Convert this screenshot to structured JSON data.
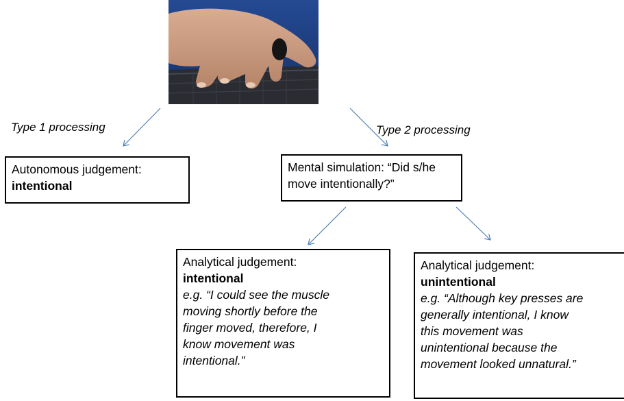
{
  "photo": {
    "icon": "hand-on-keyboard-photo",
    "colors": {
      "background": "#1c3f82",
      "skin": "#c79a7f",
      "keyboard": "#2b2d33"
    }
  },
  "labels": {
    "type1": "Type 1 processing",
    "type2": "Type 2 processing"
  },
  "boxes": {
    "autonomous": {
      "line1": "Autonomous judgement:",
      "emphasis": "intentional"
    },
    "mental": {
      "line1": "Mental simulation: “Did s/he",
      "line2": "move intentionally?”"
    },
    "analytical_intentional": {
      "line1": "Analytical judgement:",
      "emphasis": "intentional",
      "example": [
        "e.g. “I could see the muscle",
        "moving shortly before the",
        "finger moved, therefore, I",
        "know movement was",
        "intentional.”"
      ]
    },
    "analytical_unintentional": {
      "line1": "Analytical judgement:",
      "emphasis": "unintentional",
      "example": [
        "e.g. “Although key presses are",
        "generally intentional, I know",
        "this movement was",
        "unintentional because the",
        "movement looked unnatural.”"
      ]
    }
  },
  "colors": {
    "arrow": "#4a7ebb",
    "border": "#000000"
  }
}
